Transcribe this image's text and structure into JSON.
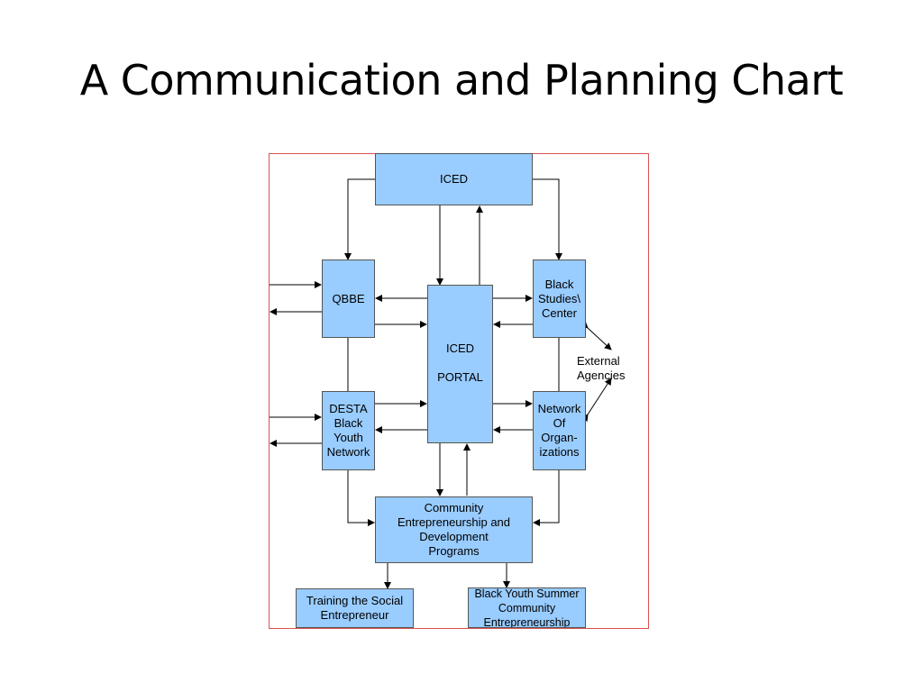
{
  "title": "A Communication and Planning Chart",
  "colors": {
    "box_fill": "#99ccff",
    "box_border": "#555555",
    "frame_border": "#d9534f",
    "arrow": "#000000"
  },
  "nodes": {
    "iced": "ICED",
    "qbbe": "QBBE",
    "portal_line1": "ICED",
    "portal_line2": "PORTAL",
    "bsc": "Black\nStudies\\\nCenter",
    "desta": "DESTA\nBlack\nYouth\nNetwork",
    "network": "Network\nOf\nOrgan-\nizations",
    "community": "Community\nEntrepreneurship and\nDevelopment\nPrograms",
    "training": "Training the Social\nEntrepreneur",
    "summer": "Black Youth Summer\nCommunity\nEntrepreneurship"
  },
  "external_agencies": "External\nAgencies"
}
